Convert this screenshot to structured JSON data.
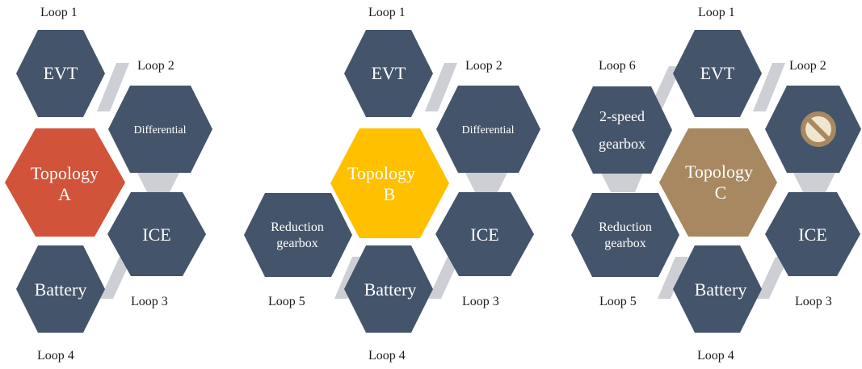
{
  "colors": {
    "component": "#44546a",
    "connector": "#cdcfd4",
    "topology_a": "#d0533a",
    "topology_b": "#ffc000",
    "topology_c": "#a78861",
    "text_light": "#ffffff",
    "text_dark": "#1a1a1a",
    "no_symbol_fill": "#f0e6cf",
    "no_symbol_stroke": "#a78861"
  },
  "diagrams": [
    {
      "id": "a",
      "center": {
        "line1": "Topology",
        "line2": "A"
      },
      "components": {
        "evt": {
          "label": "EVT"
        },
        "differential": {
          "label": "Differential"
        },
        "ice": {
          "label": "ICE"
        },
        "battery": {
          "label": "Battery"
        }
      },
      "loops": {
        "loop1": "Loop 1",
        "loop2": "Loop 2",
        "loop3": "Loop 3",
        "loop4": "Loop 4"
      }
    },
    {
      "id": "b",
      "center": {
        "line1": "Topology",
        "line2": "B"
      },
      "components": {
        "evt": {
          "label": "EVT"
        },
        "differential": {
          "label": "Differential"
        },
        "ice": {
          "label": "ICE"
        },
        "battery": {
          "label": "Battery"
        },
        "reduction": {
          "line1": "Reduction",
          "line2": "gearbox"
        }
      },
      "loops": {
        "loop1": "Loop 1",
        "loop2": "Loop 2",
        "loop3": "Loop 3",
        "loop4": "Loop 4",
        "loop5": "Loop 5"
      }
    },
    {
      "id": "c",
      "center": {
        "line1": "Topology",
        "line2": "C"
      },
      "components": {
        "evt": {
          "label": "EVT"
        },
        "ice": {
          "label": "ICE"
        },
        "battery": {
          "label": "Battery"
        },
        "reduction": {
          "line1": "Reduction",
          "line2": "gearbox"
        },
        "twospeed": {
          "line1": "2-speed",
          "line2": "gearbox"
        },
        "no_symbol": {
          "icon": "prohibited-icon"
        }
      },
      "loops": {
        "loop1": "Loop 1",
        "loop2": "Loop 2",
        "loop3": "Loop 3",
        "loop4": "Loop 4",
        "loop5": "Loop 5",
        "loop6": "Loop 6"
      }
    }
  ]
}
